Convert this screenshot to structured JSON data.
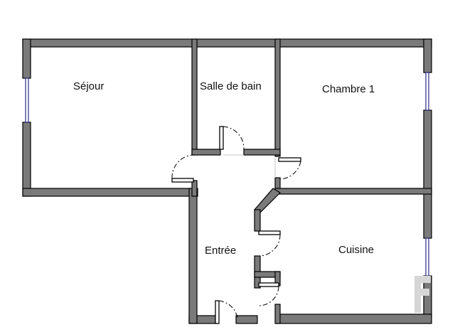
{
  "rooms": {
    "sejour": "Séjour",
    "salle_de_bain": "Salle de bain",
    "chambre": "Chambre 1",
    "entree": "Entrée",
    "cuisine": "Cuisine"
  },
  "colors": {
    "wall_fill": "#7a7a7a",
    "wall_outline": "#000000",
    "window": "#2a2a8a",
    "background": "#ffffff"
  }
}
